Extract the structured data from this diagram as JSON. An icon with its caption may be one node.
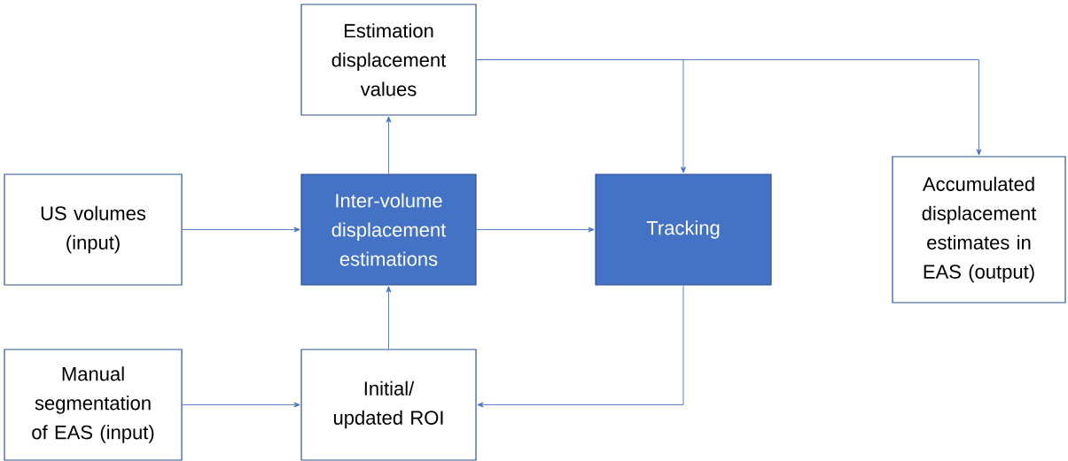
{
  "diagram": {
    "nodes": [
      {
        "text": [
          "Estimation displacement values"
        ]
      },
      {
        "text": [
          "US volumes (input)"
        ]
      },
      {
        "text": [
          "Inter-volume displacement estimations"
        ]
      },
      {
        "text": [
          "Tracking"
        ]
      },
      {
        "text": [
          "Accumulated displacement estimates in EAS (output)"
        ]
      },
      {
        "text": [
          "Manual segmentation of EAS (input)"
        ]
      },
      {
        "text": [
          "Initial/ updated ROI"
        ]
      }
    ],
    "edges": [
      {
        "from": 1,
        "to": 2,
        "arrow": "to"
      },
      {
        "from": 2,
        "to": 0,
        "arrow": "to"
      },
      {
        "from": 2,
        "to": 3,
        "arrow": "to"
      },
      {
        "from": 0,
        "to": 3,
        "arrow": "to"
      },
      {
        "from": 0,
        "to": 4,
        "arrow": "to"
      },
      {
        "from": 5,
        "to": 6,
        "arrow": "to"
      },
      {
        "from": 6,
        "to": 2,
        "arrow": "to"
      },
      {
        "from": 3,
        "to": 6,
        "arrow": "to"
      }
    ]
  }
}
